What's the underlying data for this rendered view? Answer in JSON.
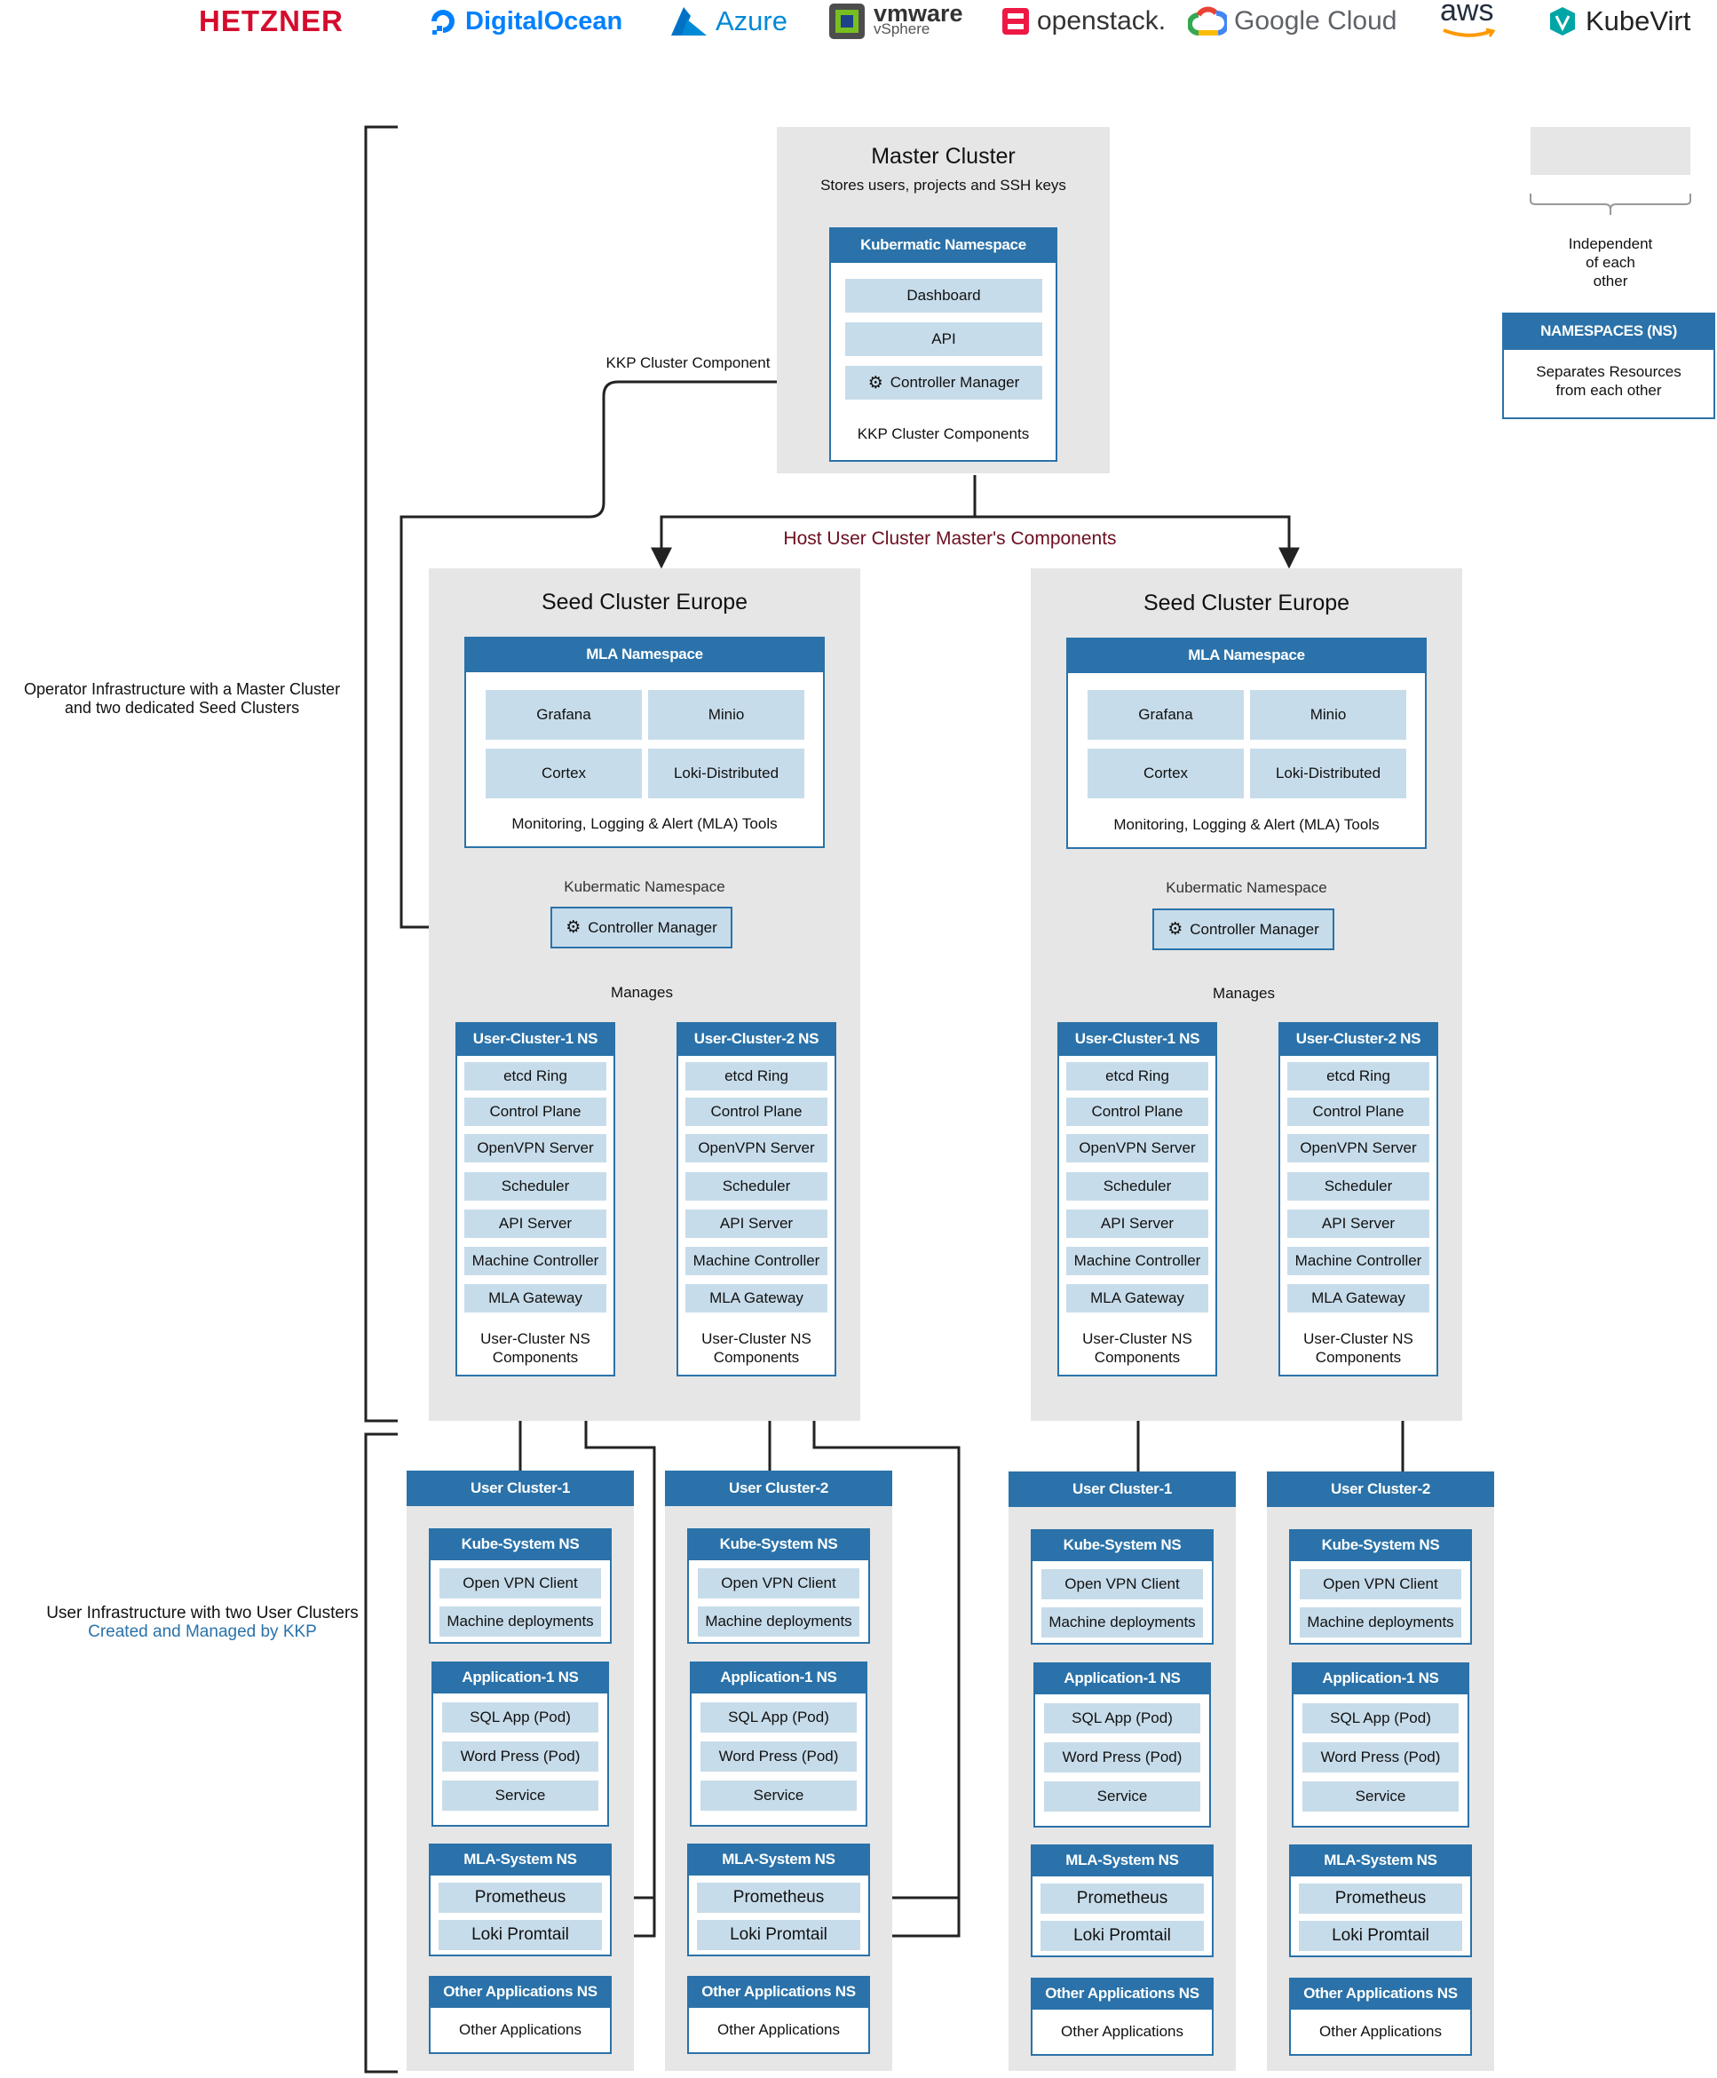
{
  "providers": [
    {
      "name": "HETZNER",
      "icon": "hetzner-logo"
    },
    {
      "name": "DigitalOcean",
      "icon": "digitalocean-icon"
    },
    {
      "name": "Azure",
      "icon": "azure-icon"
    },
    {
      "name": "vmware",
      "sub": "vSphere",
      "icon": "vsphere-icon"
    },
    {
      "name": "openstack.",
      "icon": "openstack-icon"
    },
    {
      "name": "Google Cloud",
      "icon": "google-cloud-icon"
    },
    {
      "name": "aws",
      "icon": "aws-smile-icon"
    },
    {
      "name": "KubeVirt",
      "icon": "kubevirt-icon"
    }
  ],
  "master": {
    "title": "Master Cluster",
    "subtitle": "Stores users, projects and SSH keys",
    "ns_header": "Kubermatic Namespace",
    "items": [
      "Dashboard",
      "API",
      "Controller Manager"
    ],
    "footer": "KKP Cluster Components"
  },
  "edge_labels": {
    "kkp_component": "KKP Cluster Component",
    "host_user_cluster": "Host User Cluster Master's Components",
    "manages": "Manages"
  },
  "side_labels": {
    "operator_line1": "Operator Infrastructure with a Master Cluster",
    "operator_line2": "and two dedicated Seed Clusters",
    "user_line1": "User Infrastructure with two User Clusters",
    "user_line2": "Created and Managed by KKP"
  },
  "legend": {
    "independent": [
      "Independent",
      "of each",
      "other"
    ],
    "ns_header": "NAMESPACES (NS)",
    "ns_desc": [
      "Separates Resources",
      "from each other"
    ]
  },
  "seeds": [
    {
      "title": "Seed Cluster Europe",
      "mla_header": "MLA Namespace",
      "mla_items": [
        "Grafana",
        "Minio",
        "Cortex",
        "Loki-Distributed"
      ],
      "mla_footer": "Monitoring, Logging & Alert (MLA) Tools",
      "kube_ns_label": "Kubermatic Namespace",
      "controller_manager": "Controller Manager",
      "user_ns": [
        {
          "header": "User-Cluster-1 NS",
          "items": [
            "etcd Ring",
            "Control Plane",
            "OpenVPN Server",
            "Scheduler",
            "API Server",
            "Machine Controller",
            "MLA Gateway"
          ],
          "footer": [
            "User-Cluster NS",
            "Components"
          ]
        },
        {
          "header": "User-Cluster-2 NS",
          "items": [
            "etcd Ring",
            "Control Plane",
            "OpenVPN Server",
            "Scheduler",
            "API Server",
            "Machine Controller",
            "MLA Gateway"
          ],
          "footer": [
            "User-Cluster NS",
            "Components"
          ]
        }
      ]
    },
    {
      "title": "Seed Cluster Europe",
      "mla_header": "MLA Namespace",
      "mla_items": [
        "Grafana",
        "Minio",
        "Cortex",
        "Loki-Distributed"
      ],
      "mla_footer": "Monitoring, Logging & Alert (MLA) Tools",
      "kube_ns_label": "Kubermatic Namespace",
      "controller_manager": "Controller Manager",
      "user_ns": [
        {
          "header": "User-Cluster-1 NS",
          "items": [
            "etcd Ring",
            "Control Plane",
            "OpenVPN Server",
            "Scheduler",
            "API Server",
            "Machine Controller",
            "MLA Gateway"
          ],
          "footer": [
            "User-Cluster NS",
            "Components"
          ]
        },
        {
          "header": "User-Cluster-2 NS",
          "items": [
            "etcd Ring",
            "Control Plane",
            "OpenVPN Server",
            "Scheduler",
            "API Server",
            "Machine Controller",
            "MLA Gateway"
          ],
          "footer": [
            "User-Cluster NS",
            "Components"
          ]
        }
      ]
    }
  ],
  "user_clusters": [
    {
      "header": "User Cluster-1",
      "kube_header": "Kube-System NS",
      "kube_items": [
        "Open VPN Client",
        "Machine deployments"
      ],
      "app_header": "Application-1 NS",
      "app_items": [
        "SQL App (Pod)",
        "Word Press (Pod)",
        "Service"
      ],
      "mla_header": "MLA-System NS",
      "mla_items": [
        "Prometheus",
        "Loki Promtail"
      ],
      "other_header": "Other Applications NS",
      "other_item": "Other Applications"
    },
    {
      "header": "User Cluster-2",
      "kube_header": "Kube-System NS",
      "kube_items": [
        "Open VPN Client",
        "Machine deployments"
      ],
      "app_header": "Application-1 NS",
      "app_items": [
        "SQL App (Pod)",
        "Word Press (Pod)",
        "Service"
      ],
      "mla_header": "MLA-System NS",
      "mla_items": [
        "Prometheus",
        "Loki Promtail"
      ],
      "other_header": "Other Applications NS",
      "other_item": "Other Applications"
    },
    {
      "header": "User Cluster-1",
      "kube_header": "Kube-System NS",
      "kube_items": [
        "Open VPN Client",
        "Machine deployments"
      ],
      "app_header": "Application-1 NS",
      "app_items": [
        "SQL App (Pod)",
        "Word Press (Pod)",
        "Service"
      ],
      "mla_header": "MLA-System NS",
      "mla_items": [
        "Prometheus",
        "Loki Promtail"
      ],
      "other_header": "Other Applications NS",
      "other_item": "Other Applications"
    },
    {
      "header": "User Cluster-2",
      "kube_header": "Kube-System NS",
      "kube_items": [
        "Open VPN Client",
        "Machine deployments"
      ],
      "app_header": "Application-1 NS",
      "app_items": [
        "SQL App (Pod)",
        "Word Press (Pod)",
        "Service"
      ],
      "mla_header": "MLA-System NS",
      "mla_items": [
        "Prometheus",
        "Loki Promtail"
      ],
      "other_header": "Other Applications NS",
      "other_item": "Other Applications"
    }
  ],
  "colors": {
    "accent": "#2a72a9",
    "item_fill": "#c7dcea",
    "panel_gray": "#e6e6e6",
    "host_label": "#6b1020",
    "kkp_link": "#2a72a9"
  }
}
